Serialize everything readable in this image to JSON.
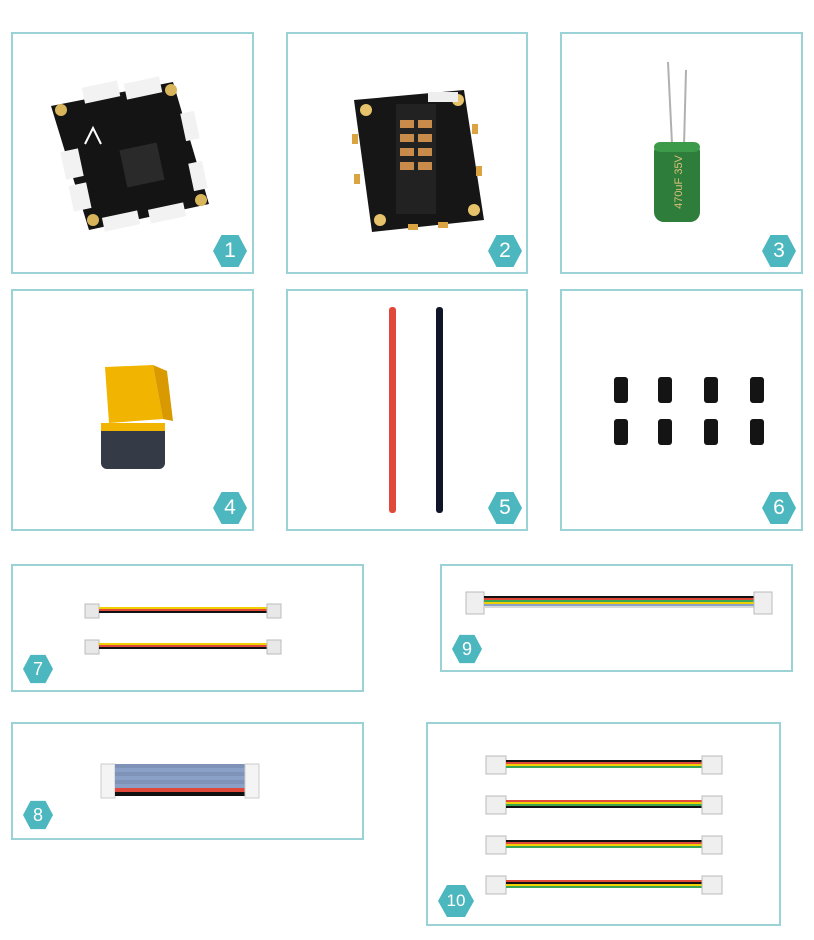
{
  "items": [
    {
      "number": "1",
      "component": "flight-controller-board"
    },
    {
      "number": "2",
      "component": "4-in-1-esc-board"
    },
    {
      "number": "3",
      "component": "electrolytic-capacitor"
    },
    {
      "number": "4",
      "component": "xt60-connector"
    },
    {
      "number": "5",
      "component": "power-wires-red-black"
    },
    {
      "number": "6",
      "component": "rubber-grommets"
    },
    {
      "number": "7",
      "component": "short-4pin-cables"
    },
    {
      "number": "8",
      "component": "8pin-flat-cable"
    },
    {
      "number": "9",
      "component": "6pin-jst-cable"
    },
    {
      "number": "10",
      "component": "4pin-jst-cables"
    }
  ],
  "capacitor_text": "470uF 35V",
  "colors": {
    "border": "#9ad2d6",
    "badge": "#4cb7bf",
    "red_wire": "#e0483a",
    "black_wire": "#10162a"
  }
}
